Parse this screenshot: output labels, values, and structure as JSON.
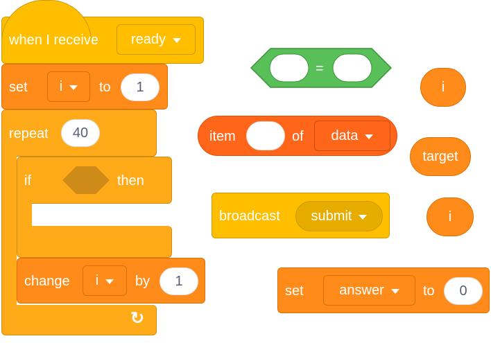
{
  "script": {
    "hat": {
      "text": "when I receive",
      "message": "ready"
    },
    "set_i": {
      "text_set": "set",
      "variable": "i",
      "text_to": "to",
      "value": "1"
    },
    "repeat": {
      "text": "repeat",
      "count": "40"
    },
    "if_block": {
      "text_if": "if",
      "text_then": "then"
    },
    "change": {
      "text_change": "change",
      "variable": "i",
      "text_by": "by",
      "value": "1"
    },
    "loop_arrow": "↻"
  },
  "loose_blocks": {
    "equals": {
      "operator": "="
    },
    "item_of": {
      "text_item": "item",
      "text_of": "of",
      "list": "data"
    },
    "broadcast": {
      "text": "broadcast",
      "message": "submit"
    },
    "set_answer": {
      "text_set": "set",
      "variable": "answer",
      "text_to": "to",
      "value": "0"
    },
    "reporters": {
      "top": "i",
      "middle": "target",
      "bottom": "i"
    }
  },
  "colors": {
    "events": "#FFBF00",
    "variables": "#FF8C1A",
    "control": "#FFAB19",
    "lists": "#FF661A",
    "operators": "#59C059"
  }
}
